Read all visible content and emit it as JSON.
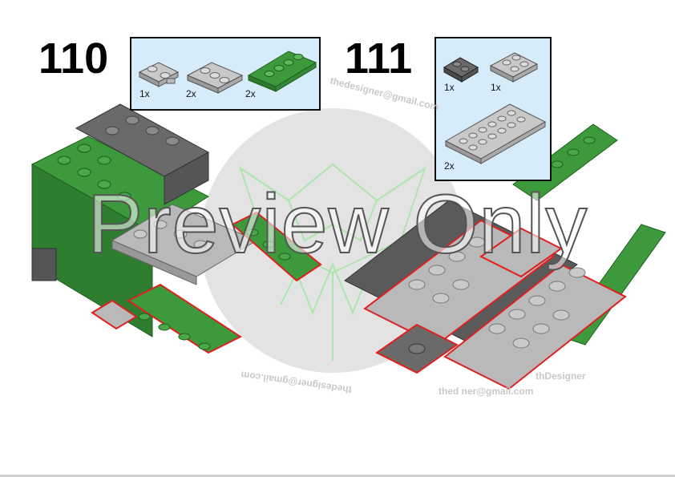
{
  "steps": [
    {
      "number": "110",
      "parts": [
        {
          "qty": "1x",
          "name": "light gray plate 1x2 with clip"
        },
        {
          "qty": "2x",
          "name": "light gray plate 1x3"
        },
        {
          "qty": "2x",
          "name": "green plate 1x4"
        }
      ]
    },
    {
      "number": "111",
      "parts": [
        {
          "qty": "1x",
          "name": "dark gray plate 2x2"
        },
        {
          "qty": "1x",
          "name": "light gray plate 2x3"
        },
        {
          "qty": "2x",
          "name": "light gray plate 2x8"
        }
      ]
    }
  ],
  "watermark": {
    "ring_text_top": "thedesigner@gmail.com",
    "ring_text_bottom": "thedesigner@gmail.com",
    "line1": "thDesigner",
    "line2": "thed ner@gmail.com"
  },
  "overlay_text": "Preview Only",
  "colors": {
    "green": "#3c9a3c",
    "light_gray": "#b9b9b9",
    "dark_gray": "#6a6a6a",
    "highlight": "#e02020",
    "parts_bg": "#d7ecfa"
  }
}
